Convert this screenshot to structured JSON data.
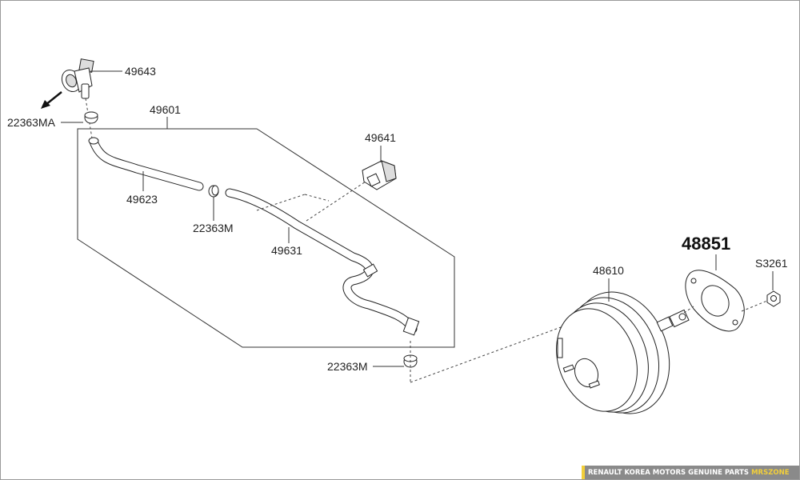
{
  "diagram": {
    "labels": {
      "p49643": "49643",
      "p22363MA": "22363MA",
      "p49601": "49601",
      "p49623": "49623",
      "p22363M_a": "22363M",
      "p49631": "49631",
      "p49641": "49641",
      "p22363M_b": "22363M",
      "p48610": "48610",
      "p48851": "48851",
      "pS3261": "S3261"
    }
  },
  "banner": {
    "text": "RENAULT KOREA MOTORS GENUINE PARTS",
    "brand": "MRSZONE",
    "accent_color": "#f2cf3a"
  }
}
